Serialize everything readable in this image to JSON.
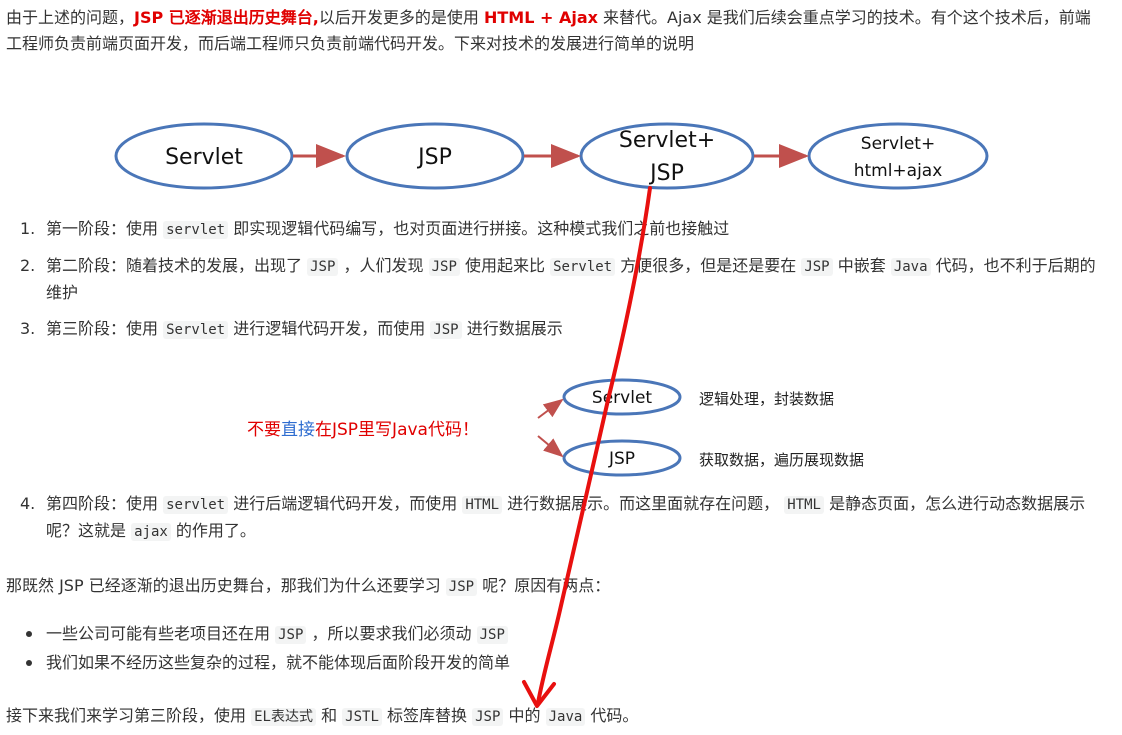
{
  "intro": {
    "t1": "由于上述的问题，",
    "highlight1": "JSP 已逐渐退出历史舞台,",
    "t2": "以后开发更多的是使用",
    "highlight2": "HTML + Ajax",
    "t3": "来替代。Ajax 是我们后续会重点学习的技术。有个这个技术后，前端工程师负责前端页面开发，而后端工程师只负责前端代码开发。下来对技术的发展进行简单的说明"
  },
  "diagram": {
    "node1": "Servlet",
    "node2": "JSP",
    "node3_line1": "Servlet+",
    "node3_line2": "JSP",
    "node4_line1": "Servlet+",
    "node4_line2": "html+ajax"
  },
  "stages": [
    {
      "num": "1.",
      "a": "第一阶段：使用",
      "c1": "servlet",
      "b": "即实现逻辑代码编写，也对页面进行拼接。这种模式我们之前也接触过"
    },
    {
      "num": "2.",
      "a": "第二阶段：随着技术的发展，出现了",
      "c1": "JSP",
      "b": "，人们发现",
      "c2": "JSP",
      "c": "使用起来比",
      "c3": "Servlet",
      "d": "方便很多，但是还是要在",
      "c4": "JSP",
      "e": "中嵌套",
      "c5": "Java",
      "f": "代码，也不利于后期的维护"
    },
    {
      "num": "3.",
      "a": "第三阶段：使用",
      "c1": "Servlet",
      "b": "进行逻辑代码开发，而使用",
      "c2": "JSP",
      "c": "进行数据展示"
    },
    {
      "num": "4.",
      "a": "第四阶段：使用",
      "c1": "servlet",
      "b": "进行后端逻辑代码开发，而使用",
      "c2": "HTML",
      "c": "进行数据展示。而这里面就存在问题，",
      "c3": "HTML",
      "d": "是静态页面，怎么进行动态数据展示呢？这就是",
      "c4": "ajax",
      "e": "的作用了。"
    }
  ],
  "stage3_diagram": {
    "box1": "Servlet",
    "box1_desc": "逻辑处理，封装数据",
    "box2": "JSP",
    "box2_desc": "获取数据，遍历展现数据",
    "note_a": "不要",
    "note_b": "直接",
    "note_c": "在JSP里写Java代码！"
  },
  "question": {
    "a": "那既然 JSP 已经逐渐的退出历史舞台，那我们为什么还要学习",
    "c1": "JSP",
    "b": "呢？原因有两点："
  },
  "reasons": [
    {
      "a": "一些公司可能有些老项目还在用",
      "c1": "JSP",
      "b": "，所以要求我们必须动",
      "c2": "JSP"
    },
    {
      "a": "我们如果不经历这些复杂的过程，就不能体现后面阶段开发的简单"
    }
  ],
  "closing": {
    "a": "接下来我们来学习第三阶段，使用",
    "c1": "EL表达式",
    "b": "和",
    "c2": "JSTL",
    "c": "标签库替换",
    "c3": "JSP",
    "d": "中的",
    "c4": "Java",
    "e": "代码。"
  },
  "colors": {
    "ellipse_stroke": "#4a76b8",
    "arrow": "#c0504d",
    "highlight": "#e00000",
    "note_blue": "#2f6dd0"
  }
}
